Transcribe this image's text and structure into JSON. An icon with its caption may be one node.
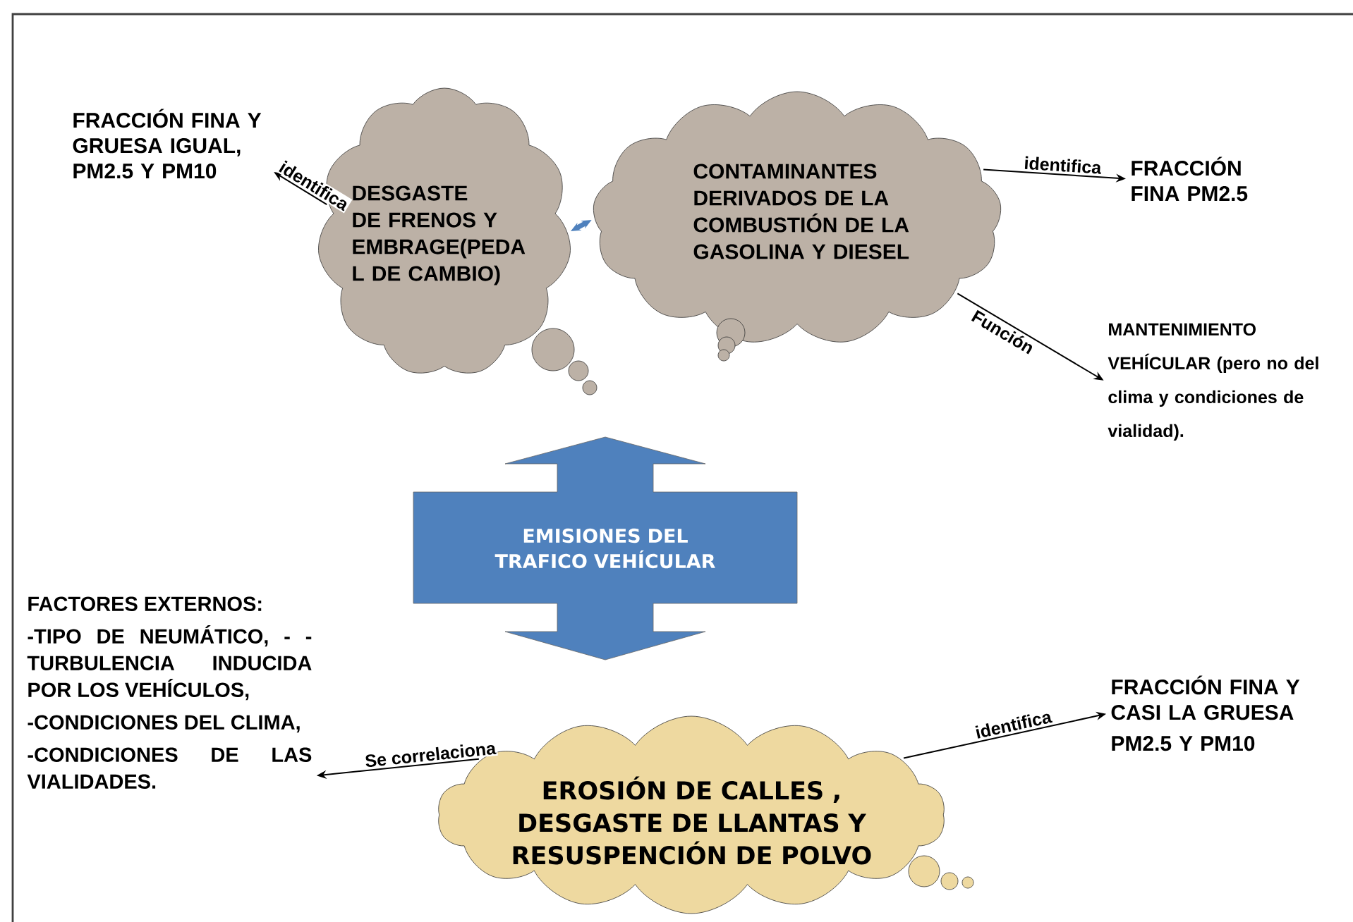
{
  "diagram": {
    "nodes": [
      {
        "text": [
          "FRACCIÓN FINA Y GRUESA IGUAL, PM2.5 Y PM10"
        ]
      },
      {
        "text": [
          "DESGASTE DE FRENOS Y EMBRAGE(PEDA L DE CAMBIO)"
        ]
      },
      {
        "text": [
          "CONTAMINANTES DERIVADOS DE LA COMBUSTIÓN DE LA GASOLINA Y DIESEL"
        ]
      },
      {
        "text": [
          "FRACCIÓN FINA PM2.5"
        ]
      },
      {
        "text": [
          "MANTENIMIENTO VEHÍCULAR (pero no del clima y condiciones de vialidad)."
        ]
      },
      {
        "text": [
          "EMISIONES DEL TRAFICO VEHÍCULAR"
        ]
      },
      {
        "text": [
          "FACTORES EXTERNOS:",
          "-TIPO DE NEUMÁTICO, - - TURBULENCIA INDUCIDA POR LOS VEHÍCULOS,",
          "-CONDICIONES DEL CLIMA,",
          "-CONDICIONES DE LAS VIALIDADES."
        ]
      },
      {
        "text": [
          "EROSIÓN DE CALLES ,",
          "DESGASTE DE LLANTAS Y RESUSPENCIÓN DE POLVO"
        ]
      },
      {
        "text": [
          "FRACCIÓN FINA Y CASI LA GRUESA",
          "PM2.5 Y PM10"
        ]
      }
    ],
    "edges": [
      {
        "from": 1,
        "to": 0,
        "arrow": "to",
        "label": "identifica"
      },
      {
        "from": 1,
        "to": 2,
        "arrow": "both",
        "style": "thick",
        "color": "#4f81bd"
      },
      {
        "from": 2,
        "to": 3,
        "arrow": "to",
        "label": "identifica"
      },
      {
        "from": 2,
        "to": 4,
        "arrow": "to",
        "label": "Función"
      },
      {
        "from": 7,
        "to": 6,
        "arrow": "to",
        "label": "Se correlaciona"
      },
      {
        "from": 7,
        "to": 8,
        "arrow": "to",
        "label": "identifica"
      }
    ]
  }
}
